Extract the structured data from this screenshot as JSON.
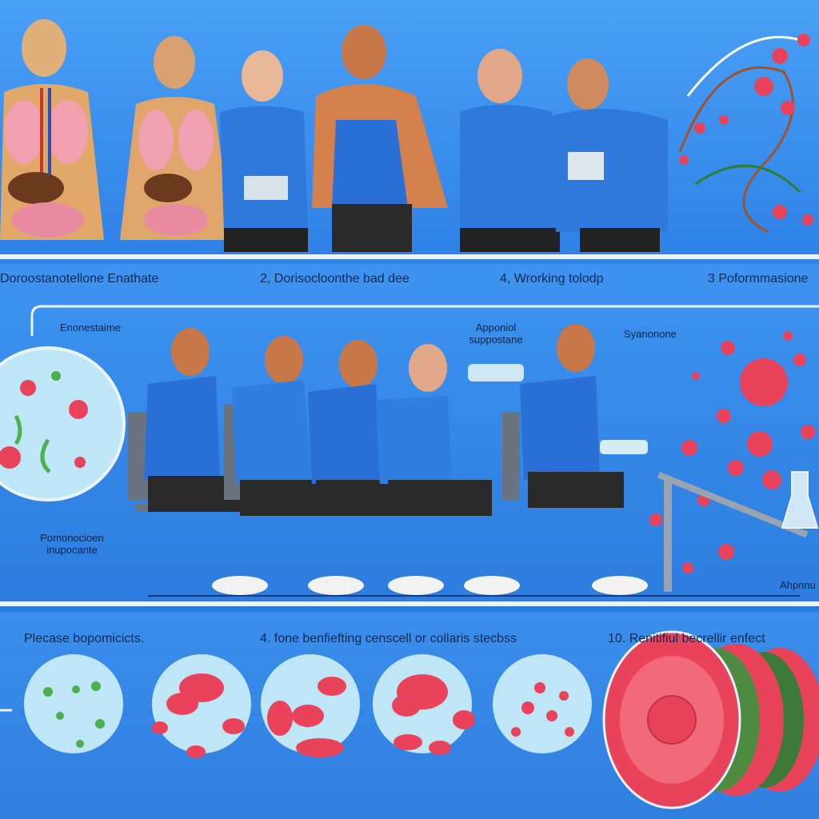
{
  "captions": {
    "c1": "Doroostanotellone Enathate",
    "c2": "2, Dorisocloonthe bad dee",
    "c3": "4,  Wrorking tolodp",
    "c4": "3  Poformmasione",
    "c5": "Plecase bopomicicts.",
    "c6": "4. fone benfiefting censcell or collaris stecbss",
    "c7": "10.  Renitifiul becrellir enfect"
  },
  "labels": {
    "l1": "Enonestaime",
    "l2": "Apponiol suppostane",
    "l3": "Syanonone",
    "l4": "Pomonocioen inupocante",
    "l5": "Ahpnnu"
  },
  "colors": {
    "shirt": "#2a6fd6",
    "skin": "#d98a5a",
    "cell": "#e8435a",
    "accent": "#eaf4ff"
  }
}
